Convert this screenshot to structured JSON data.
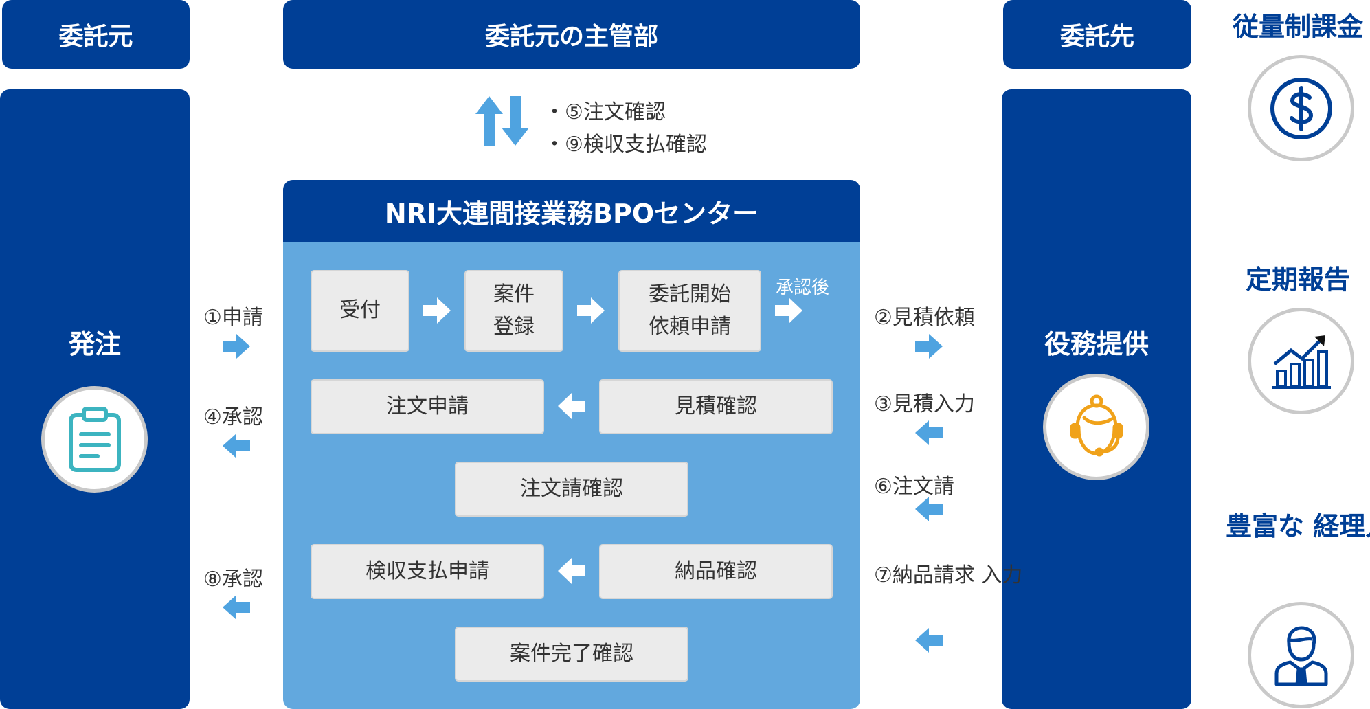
{
  "colors": {
    "navy": "#003f96",
    "light_blue": "#62a8de",
    "arrow_blue": "#4fa3e0",
    "step_bg": "#ebebeb",
    "teal_icon": "#3cb4c0",
    "orange_icon": "#f0a21a"
  },
  "header": {
    "left": "委託元",
    "center": "委託元の主管部",
    "right": "委託先"
  },
  "left_column": {
    "title": "発注",
    "icon": "clipboard-icon"
  },
  "right_column": {
    "title": "役務提供",
    "icon": "operator-headset-icon"
  },
  "dept_exchange": {
    "icon": "up-down-arrows-icon",
    "items": [
      "・⑤注文確認",
      "・⑨検収支払確認"
    ]
  },
  "bpo_center": {
    "title": "NRI大連間接業務BPOセンター",
    "steps": {
      "uketsuke": "受付",
      "anken_toroku": "案件\n登録",
      "itaku_kaishi": "委託開始\n依頼申請",
      "shonin_go": "承認後",
      "chumon_shinsei": "注文申請",
      "mitsumori_kakunin": "見積確認",
      "chumonsho_kakunin": "注文請確認",
      "kenshu_shinsei": "検収支払申請",
      "nohin_kakunin": "納品確認",
      "kanryo_kakunin": "案件完了確認"
    }
  },
  "left_flows": [
    "①申請",
    "④承認",
    "⑧承認"
  ],
  "right_flows": [
    "②見積依頼",
    "③見積入力",
    "⑥注文請",
    "⑦納品請求\n入力"
  ],
  "features": [
    {
      "title": "従量制課金",
      "icon": "dollar-coin-icon"
    },
    {
      "title": "定期報告",
      "icon": "bar-chart-trend-icon"
    },
    {
      "title": "豊富な\n経理人材",
      "icon": "businessman-icon"
    }
  ]
}
